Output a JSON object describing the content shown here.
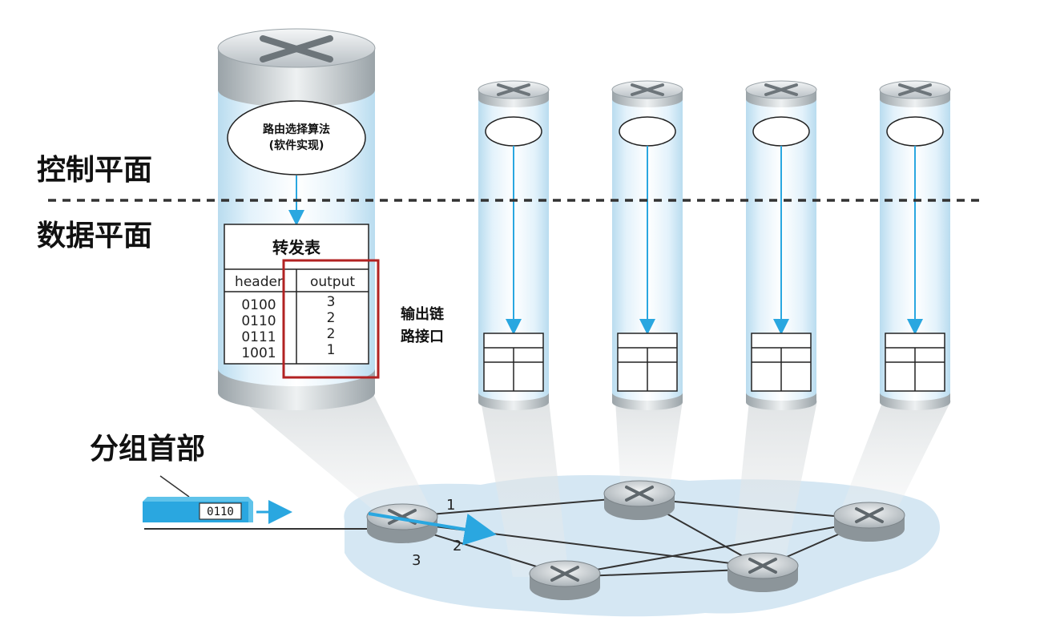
{
  "planes": {
    "control": "控制平面",
    "data": "数据平面"
  },
  "main_router": {
    "algorithm_line1": "路由选择算法",
    "algorithm_line2": "(软件实现)",
    "table_title": "转发表",
    "col_header": "header",
    "col_output": "output",
    "rows": [
      {
        "header": "0100",
        "output": "3"
      },
      {
        "header": "0110",
        "output": "2"
      },
      {
        "header": "0111",
        "output": "2"
      },
      {
        "header": "1001",
        "output": "1"
      }
    ]
  },
  "output_link_label_line1": "输出链",
  "output_link_label_line2": "路接口",
  "packet_header_label": "分组首部",
  "packet_value": "0110",
  "port_labels": {
    "p1": "1",
    "p2": "2",
    "p3": "3"
  },
  "colors": {
    "accent_blue": "#2aa7e0",
    "highlight_red": "#b22222",
    "cloud": "#d5e7f3",
    "router_gray": "#9ea7ad"
  }
}
